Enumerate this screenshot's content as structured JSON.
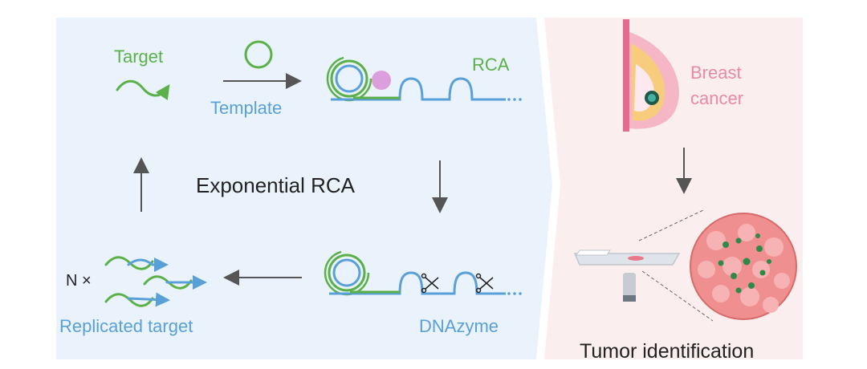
{
  "colors": {
    "left_panel_bg": "#eaf3fb",
    "right_panel_bg": "#fbeeee",
    "target_green": "#5bb049",
    "template_blue": "#5aa0d8",
    "breast_pink": "#e98aa4",
    "polymerase_purple": "#d98fd8",
    "tumor_cell_green": "#2f8a4a",
    "tissue_red": "#f08f8f"
  },
  "left": {
    "target_label": "Target",
    "template_label": "Template",
    "rca_label": "RCA",
    "center_label": "Exponential RCA",
    "dnazyme_label": "DNAzyme",
    "multiplier_label": "N ×",
    "replicated_label": "Replicated target"
  },
  "right": {
    "breast_line1": "Breast",
    "breast_line2": "cancer",
    "tumor_label": "Tumor identification"
  },
  "icons": [
    "target-strand-icon",
    "template-circle-icon",
    "rca-product-icon",
    "polymerase-icon",
    "scissors-icon",
    "breast-icon",
    "microscope-slide-icon",
    "tissue-magnify-icon"
  ]
}
